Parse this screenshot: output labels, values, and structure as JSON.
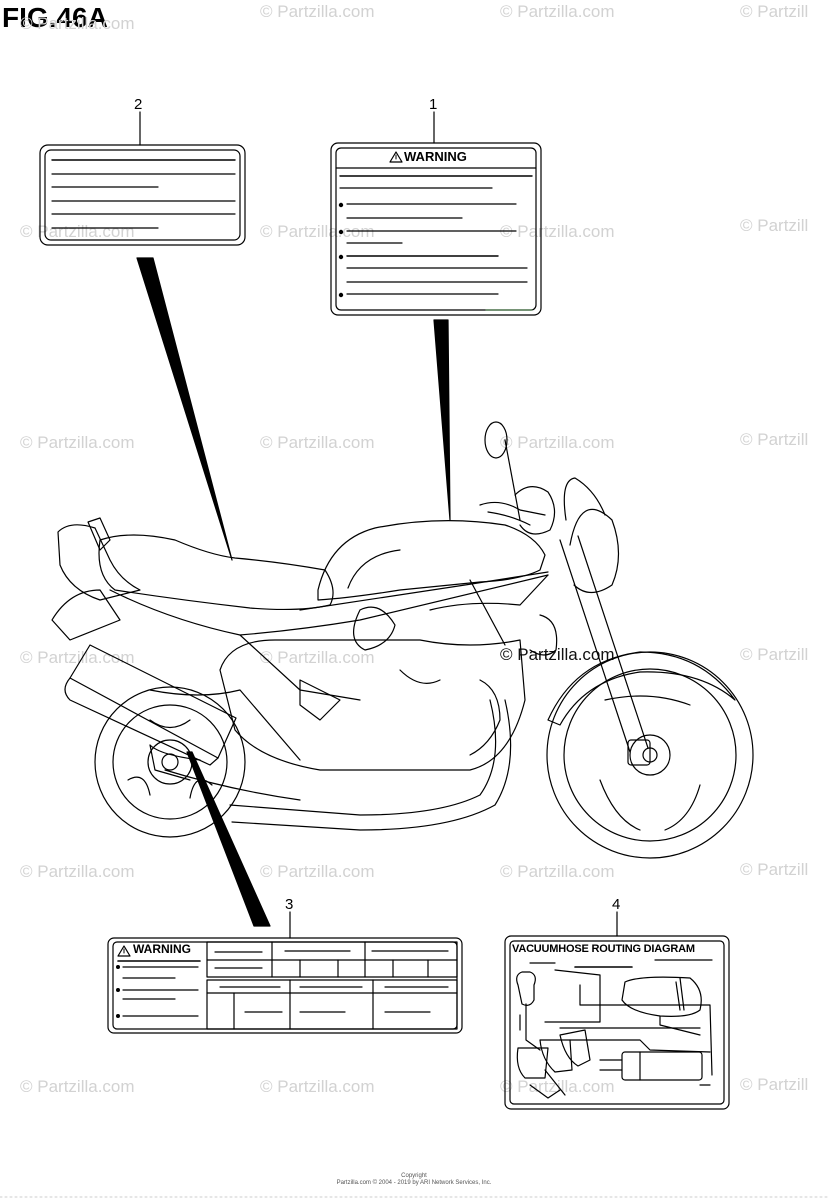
{
  "figure": {
    "title": "FIG.46A"
  },
  "callouts": [
    "1",
    "2",
    "3",
    "4"
  ],
  "labels": {
    "warning_1": "WARNING",
    "warning_3": "WARNING",
    "vacuum_title": "VACUUMHOSE ROUTING DIAGRAM"
  },
  "watermark": {
    "text": "© Partzilla.com",
    "text_short": "© Partzill"
  },
  "copyright": {
    "line1": "Copyright",
    "line2": "Partzilla.com © 2004 - 2019 by ARI Network Services, Inc."
  },
  "colors": {
    "line": "#000000",
    "watermark": "#d2d2d2",
    "background": "#ffffff"
  }
}
